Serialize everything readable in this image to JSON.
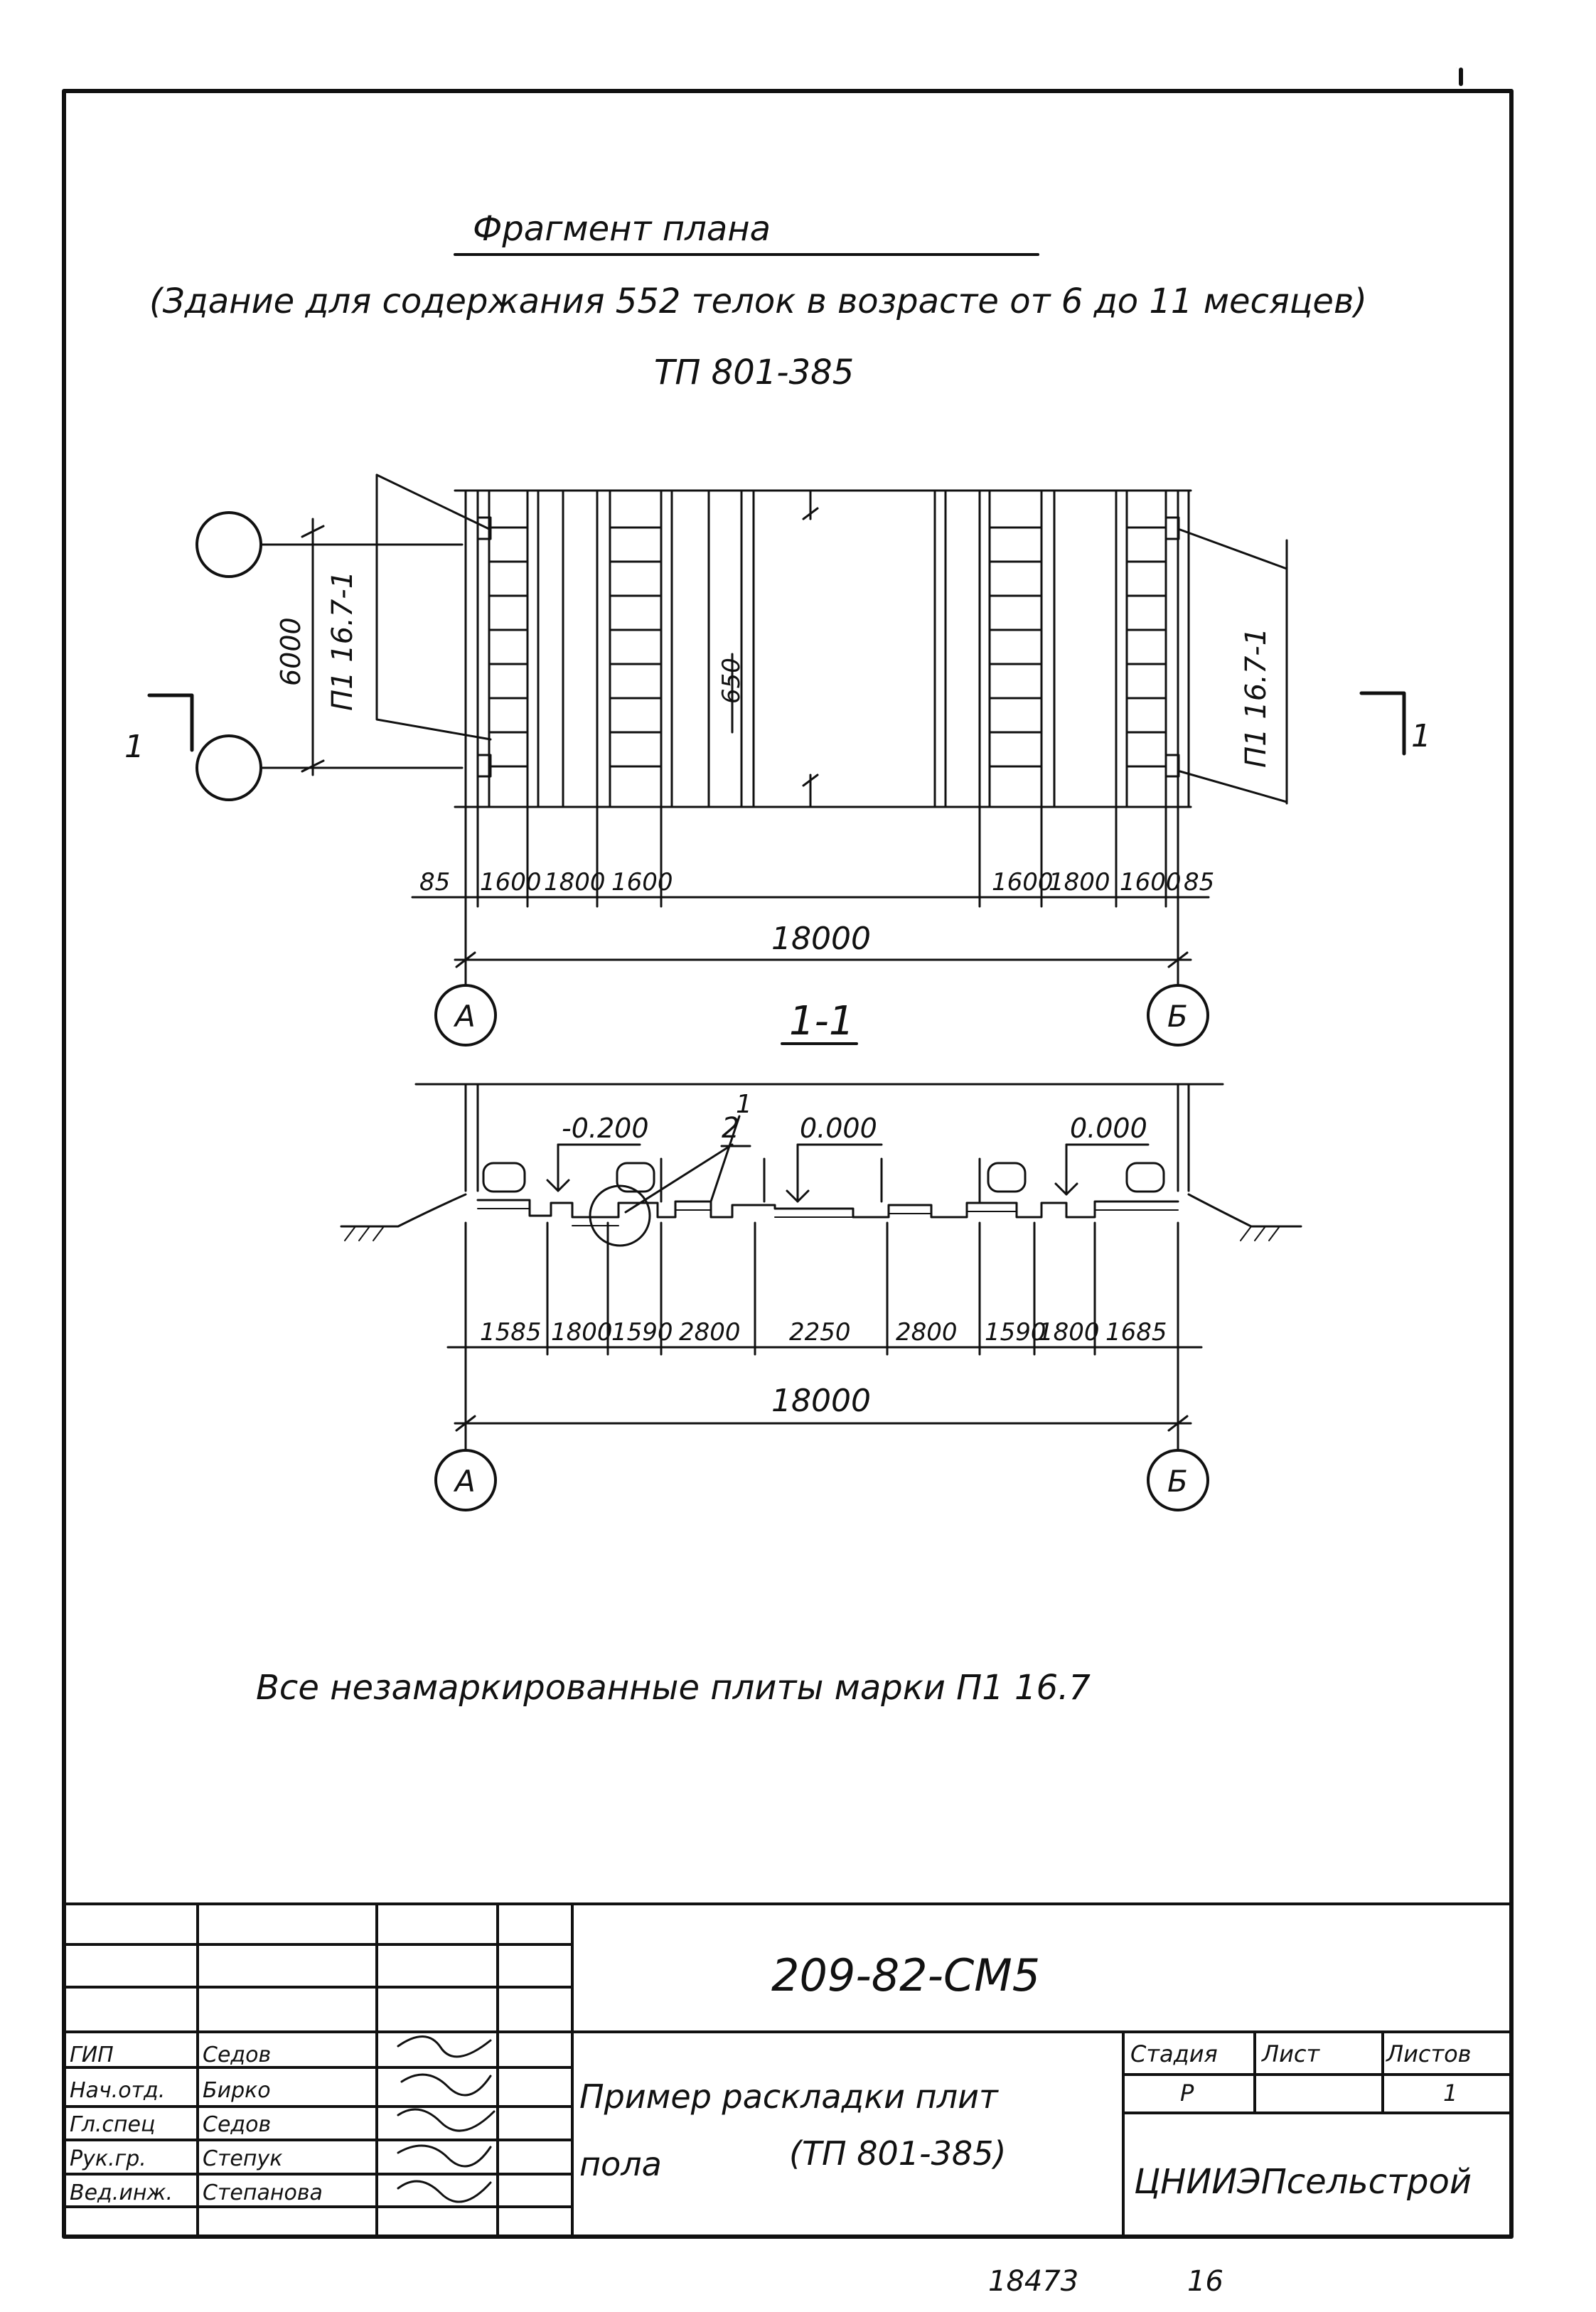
{
  "title": {
    "heading": "Фрагмент плана",
    "subtitle": "(Здание для содержания 552 телок в возрасте от 6 до 11 месяцев)",
    "project": "ТП 801-385"
  },
  "plan": {
    "slab_mark_left": "П1 16.7-1",
    "slab_mark_right": "П1 16.7-1",
    "dim_6000": "6000",
    "dim_650": "650",
    "section_mark_left": "1",
    "section_mark_right": "1",
    "dims_left": [
      "85",
      "1600",
      "1800",
      "1600"
    ],
    "dims_right": [
      "1600",
      "1800",
      "1600",
      "85"
    ],
    "dim_total": "18000",
    "axis_left": "А",
    "axis_right": "Б"
  },
  "section": {
    "label": "1-1",
    "callout_1": "1",
    "callout_2": "2",
    "elev_left": "-0.200",
    "elev_mid": "0.000",
    "elev_right": "0.000",
    "dims": [
      "1585",
      "1800",
      "1590",
      "2800",
      "2250",
      "2800",
      "1590",
      "1800",
      "1685"
    ],
    "dim_total": "18000",
    "axis_left": "А",
    "axis_right": "Б"
  },
  "note": "Все незамаркированные плиты марки П1 16.7",
  "title_block": {
    "doc_code": "209-82-СМ5",
    "roles": [
      "ГИП",
      "Нач.отд.",
      "Гл.спец",
      "Рук.гр.",
      "Вед.инж."
    ],
    "names": [
      "Седов",
      "Бирко",
      "Седов",
      "Степук",
      "Степанова"
    ],
    "drawing_title_line1": "Пример раскладки плит",
    "drawing_title_line2": "пола",
    "drawing_title_ref": "(ТП 801-385)",
    "stage_header": "Стадия",
    "sheet_header": "Лист",
    "sheets_header": "Листов",
    "stage_value": "Р",
    "sheets_value": "1",
    "organization": "ЦНИИЭПсельстрой"
  },
  "footer": {
    "inventory_no": "18473",
    "page_no": "16"
  },
  "corner_mark": "1"
}
